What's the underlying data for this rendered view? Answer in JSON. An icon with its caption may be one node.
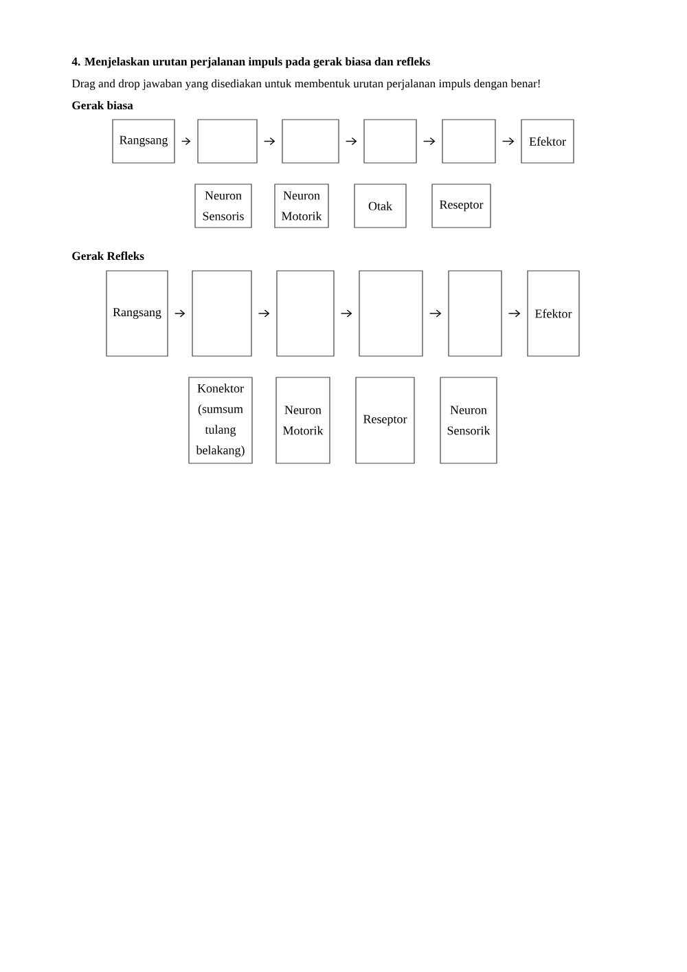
{
  "diagram": {
    "title": "4. Menjelaskan urutan perjalanan impuls pada gerak biasa dan refleks",
    "nodes": [
      {
        "text": [
          "Rangsang"
        ]
      },
      {
        "text": [],
        "shape": "box"
      },
      {
        "text": [],
        "shape": "box"
      },
      {
        "text": [],
        "shape": "box"
      },
      {
        "text": [],
        "shape": "box"
      },
      {
        "text": [
          "Efektor"
        ]
      },
      {
        "text": [
          "Neuron Sensoris"
        ]
      },
      {
        "text": [
          "Neuron Motorik"
        ]
      },
      {
        "text": [
          "Otak"
        ]
      },
      {
        "text": [
          "Reseptor"
        ]
      },
      {
        "text": [
          "Rangsang"
        ]
      },
      {
        "text": [],
        "shape": "box"
      },
      {
        "text": [],
        "shape": "box"
      },
      {
        "text": [],
        "shape": "box"
      },
      {
        "text": [],
        "shape": "box"
      },
      {
        "text": [
          "Efektor"
        ]
      },
      {
        "text": [
          "Konektor (sumsum tulang belakang)"
        ]
      },
      {
        "text": [
          "Neuron Motorik"
        ]
      },
      {
        "text": [
          "Reseptor"
        ]
      },
      {
        "text": [
          "Neuron Sensorik"
        ]
      }
    ],
    "edges": [
      {
        "from": 0,
        "to": 1,
        "arrow": "to"
      },
      {
        "from": 1,
        "to": 2,
        "arrow": "to"
      },
      {
        "from": 2,
        "to": 3,
        "arrow": "to"
      },
      {
        "from": 3,
        "to": 4,
        "arrow": "to"
      },
      {
        "from": 4,
        "to": 5,
        "arrow": "to"
      },
      {
        "from": 10,
        "to": 11,
        "arrow": "to"
      },
      {
        "from": 11,
        "to": 12,
        "arrow": "to"
      },
      {
        "from": 12,
        "to": 13,
        "arrow": "to"
      },
      {
        "from": 13,
        "to": 14,
        "arrow": "to"
      },
      {
        "from": 14,
        "to": 15,
        "arrow": "to"
      }
    ],
    "labels": [
      "Drag and drop jawaban yang disediakan untuk membentuk urutan perjalanan impuls dengan benar!",
      "Gerak biasa",
      "Gerak Refleks"
    ]
  }
}
